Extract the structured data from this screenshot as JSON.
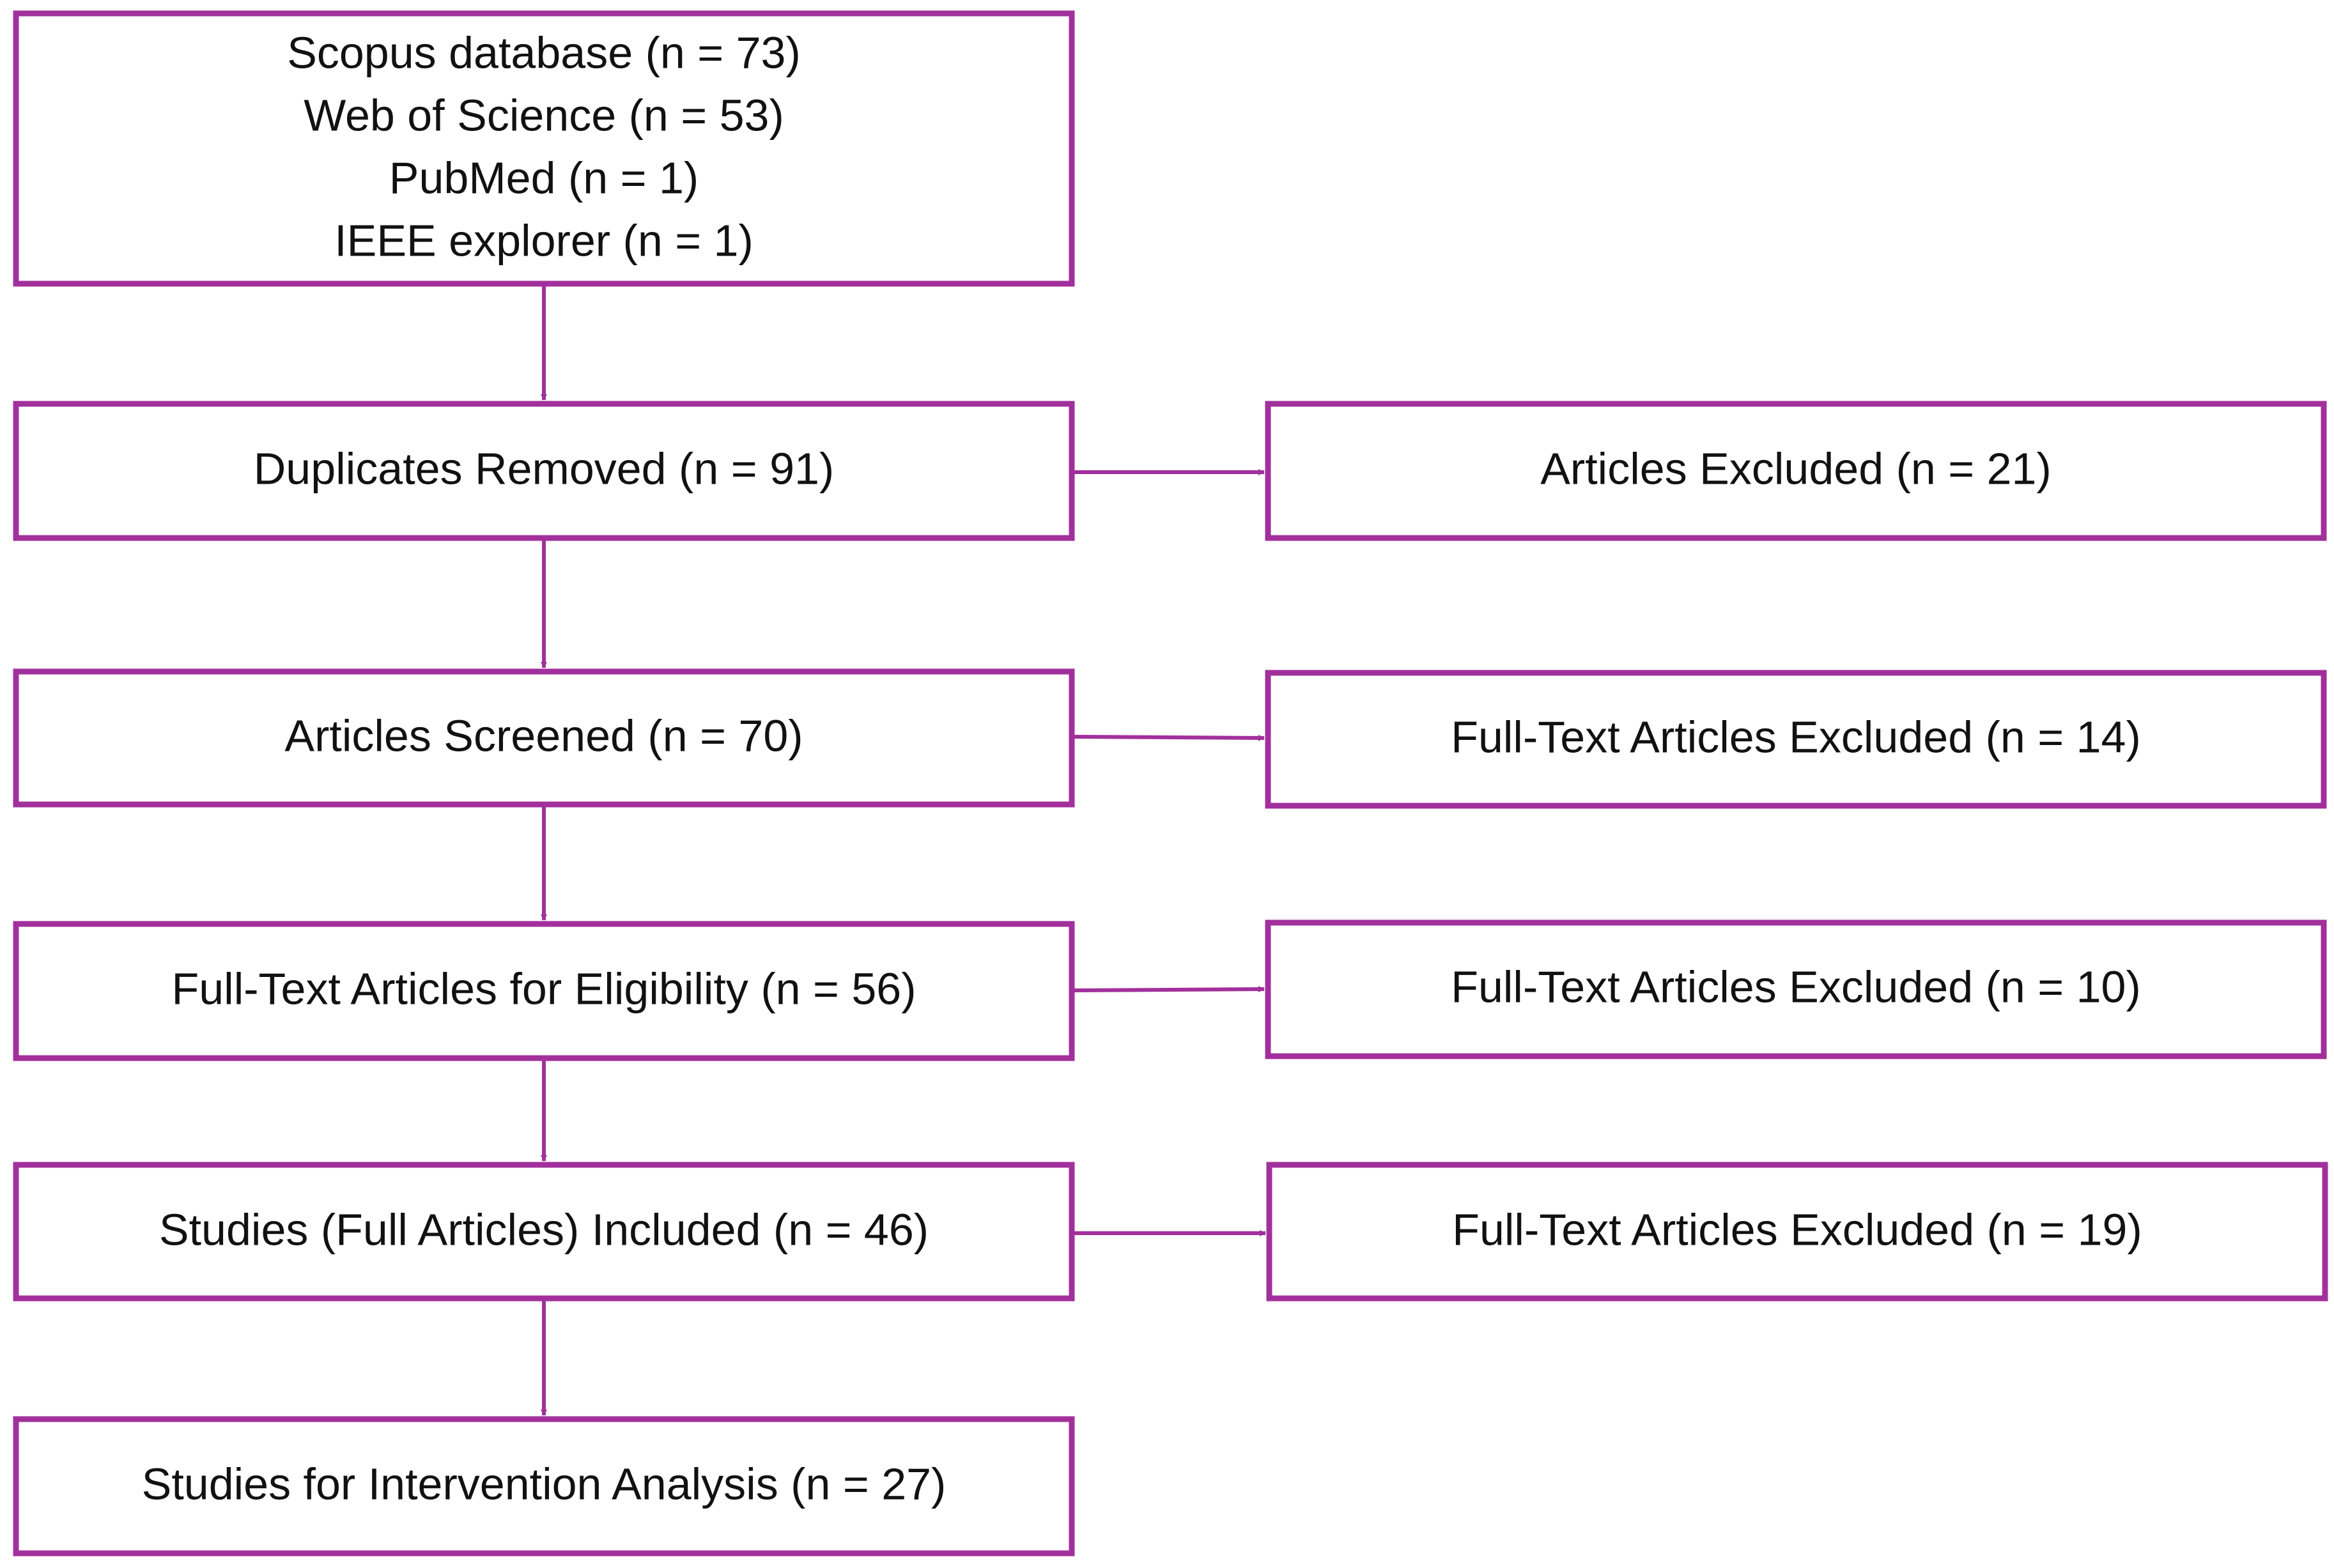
{
  "colors": {
    "accent": "#a2309c",
    "text": "#111111",
    "background": "#ffffff"
  },
  "sources": [
    "Scopus database  (n = 73)",
    "Web of Science (n = 53)",
    "PubMed (n = 1)",
    "IEEE explorer  (n = 1)"
  ],
  "main_flow": [
    "Duplicates  Removed  (n = 91)",
    "Articles Screened  (n = 70)",
    "Full-Text Articles for Eligibility (n = 56)",
    "Studies (Full Articles) Included  (n = 46)",
    "Studies for Intervention Analysis  (n = 27)"
  ],
  "exclusions": [
    "Articles Excluded  (n = 21)",
    "Full-Text Articles Excluded  (n = 14)",
    "Full-Text Articles Excluded  (n = 10)",
    "Full-Text Articles Excluded  (n = 19)"
  ]
}
